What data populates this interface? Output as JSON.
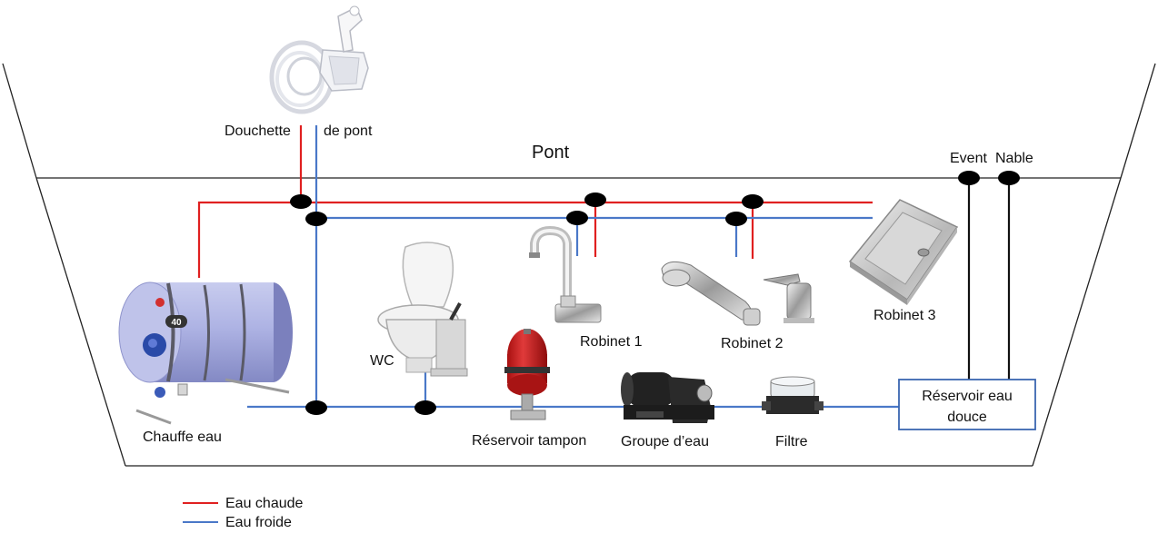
{
  "labels": {
    "douchette": "Douchette",
    "de_pont": "de pont",
    "pont": "Pont",
    "event": "Event",
    "nable": "Nable",
    "robinet1": "Robinet 1",
    "robinet2": "Robinet 2",
    "robinet3": "Robinet 3",
    "wc": "WC",
    "chauffe_eau": "Chauffe eau",
    "reservoir_tampon": "Réservoir tampon",
    "groupe_eau": "Groupe d’eau",
    "filtre": "Filtre",
    "reservoir_eau_line1": "Réservoir eau",
    "reservoir_eau_line2": "douce",
    "heater_badge": "40"
  },
  "legend": [
    {
      "label": "Eau chaude",
      "color": "#e02020"
    },
    {
      "label": "Eau froide",
      "color": "#4a78c8"
    }
  ],
  "colors": {
    "hot": "#e02020",
    "cold": "#4a78c8",
    "hull": "#222222",
    "junction": "#000000",
    "tank_border": "#3a66b0"
  },
  "icons": [
    "shower-icon",
    "water-heater-icon",
    "toilet-icon",
    "faucet-icon",
    "mixer-tap-icon",
    "sink-icon",
    "accumulator-tank-icon",
    "water-pump-icon",
    "water-filter-icon"
  ]
}
